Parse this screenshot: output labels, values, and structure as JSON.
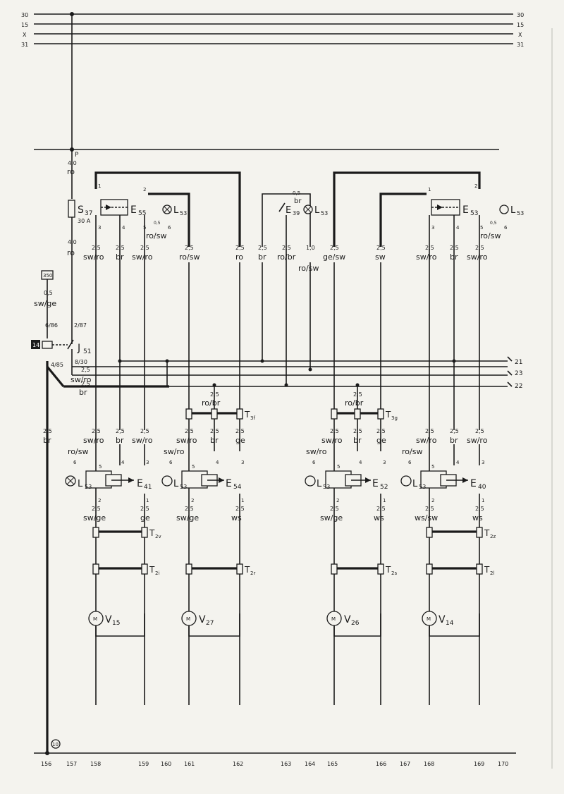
{
  "bus": {
    "left": [
      "30",
      "15",
      "X",
      "31"
    ],
    "right": [
      "30",
      "15",
      "X",
      "31"
    ]
  },
  "supply": {
    "node": "P",
    "size": "4,0",
    "color": "ro",
    "fuse": "S",
    "fuse_sub": "37",
    "fuse_rating": "30 A",
    "size_below": "4,0",
    "color_below": "ro"
  },
  "relay": {
    "tag": "350",
    "size": "0,5",
    "wire": "sw/ge",
    "pin_86": "6/86",
    "pin_87": "2/87",
    "name": "J",
    "name_sub": "51",
    "pin_30": "8/30",
    "pin_85": "4/85",
    "marker": "14"
  },
  "junction_wires": {
    "size_a": "2,5",
    "color_a": "sw/ro",
    "size_b": "2,5",
    "color_b": "br"
  },
  "ground": {
    "size": "2,5",
    "color": "br",
    "point": "10"
  },
  "arrows": [
    "21",
    "23",
    "22"
  ],
  "upper_switches": [
    {
      "name": "E",
      "sub": "55",
      "lamp": "L",
      "lamp_sub": "53",
      "pins": [
        "1",
        "2",
        "3",
        "4",
        "5",
        "6"
      ],
      "lamp_size": "0,5",
      "lamp_wire": "ro/sw",
      "wires": [
        {
          "size": "2,5",
          "color": "sw/ro"
        },
        {
          "size": "2,5",
          "color": "br"
        },
        {
          "size": "2,5",
          "color": "sw/ro"
        },
        {
          "size": "2,5",
          "color": "ro/sw"
        },
        {
          "size": "2,5",
          "color": "ro"
        }
      ]
    },
    {
      "name": "E",
      "sub": "53",
      "lamp": "L",
      "lamp_sub": "53",
      "pins": [
        "1",
        "2",
        "3",
        "4",
        "5",
        "6"
      ],
      "lamp_size": "0,5",
      "lamp_wire": "ro/sw",
      "wires": [
        {
          "size": "2,5",
          "color": "ge/sw"
        },
        {
          "size": "2,5",
          "color": "sw"
        },
        {
          "size": "2,5",
          "color": "sw/ro"
        },
        {
          "size": "2,5",
          "color": "br"
        },
        {
          "size": "2,5",
          "color": "sw/ro"
        }
      ]
    }
  ],
  "center_switch": {
    "name": "E",
    "sub": "39",
    "lamp": "L",
    "lamp_sub": "53",
    "top_size": "0,5",
    "top_color": "br",
    "wires": [
      {
        "size": "2,5",
        "color": "br"
      },
      {
        "size": "2,5",
        "color": "ro/br"
      },
      {
        "size": "1,0",
        "color": "ro/sw"
      }
    ]
  },
  "splices": [
    {
      "size": "2,5",
      "color": "ro/br",
      "connector": "T",
      "connector_sub": "3f"
    },
    {
      "size": "2,5",
      "color": "ro/br",
      "connector": "T",
      "connector_sub": "3g"
    }
  ],
  "lower_switches": [
    {
      "name": "E",
      "sub": "41",
      "lamp": "L",
      "lamp_sub": "53",
      "lamp_wire": "ro/sw",
      "top_wires": [
        {
          "size": "2,5",
          "color": "sw/ro"
        },
        {
          "size": "2,5",
          "color": "br"
        },
        {
          "size": "2,5",
          "color": "sw/ro"
        }
      ],
      "pins": [
        "6",
        "5",
        "4",
        "3",
        "2",
        "1"
      ],
      "bottom_wires": [
        {
          "size": "2,5",
          "color": "sw/ge"
        },
        {
          "size": "2,5",
          "color": "ge"
        }
      ],
      "conn_upper": "2v",
      "conn_lower": "2i",
      "motor": "V",
      "motor_sub": "15"
    },
    {
      "name": "E",
      "sub": "54",
      "lamp": "L",
      "lamp_sub": "53",
      "lamp_wire": "sw/ro",
      "top_wires": [
        {
          "size": "2,5",
          "color": "sw/ro"
        },
        {
          "size": "2,5",
          "color": "br"
        },
        {
          "size": "2,5",
          "color": "ge"
        }
      ],
      "pins": [
        "6",
        "5",
        "4",
        "3",
        "2",
        "1"
      ],
      "bottom_wires": [
        {
          "size": "2,5",
          "color": "sw/ge"
        },
        {
          "size": "2,5",
          "color": "ws"
        }
      ],
      "conn_upper": "2r",
      "conn_lower": "",
      "motor": "V",
      "motor_sub": "27"
    },
    {
      "name": "E",
      "sub": "52",
      "lamp": "L",
      "lamp_sub": "53",
      "lamp_wire": "sw/ro",
      "top_wires": [
        {
          "size": "2,5",
          "color": "sw/ro"
        },
        {
          "size": "2,5",
          "color": "br"
        },
        {
          "size": "2,5",
          "color": "ge"
        }
      ],
      "pins": [
        "6",
        "5",
        "4",
        "3",
        "2",
        "1"
      ],
      "bottom_wires": [
        {
          "size": "2,5",
          "color": "sw/ge"
        },
        {
          "size": "2,5",
          "color": "ws"
        }
      ],
      "conn_upper": "2s",
      "conn_lower": "",
      "motor": "V",
      "motor_sub": "26"
    },
    {
      "name": "E",
      "sub": "40",
      "lamp": "L",
      "lamp_sub": "53",
      "lamp_wire": "ro/sw",
      "top_wires": [
        {
          "size": "2,5",
          "color": "sw/ro"
        },
        {
          "size": "2,5",
          "color": "br"
        },
        {
          "size": "2,5",
          "color": "sw/ro"
        }
      ],
      "pins": [
        "6",
        "5",
        "4",
        "3",
        "2",
        "1"
      ],
      "bottom_wires": [
        {
          "size": "2,5",
          "color": "ws/sw"
        },
        {
          "size": "2,5",
          "color": "ws"
        }
      ],
      "conn_upper": "2z",
      "conn_lower": "2l",
      "motor": "V",
      "motor_sub": "14"
    }
  ],
  "motor_symbol": "M",
  "footer": [
    "156",
    "157",
    "158",
    "159",
    "160",
    "161",
    "162",
    "163",
    "164",
    "165",
    "166",
    "167",
    "168",
    "169",
    "170"
  ]
}
